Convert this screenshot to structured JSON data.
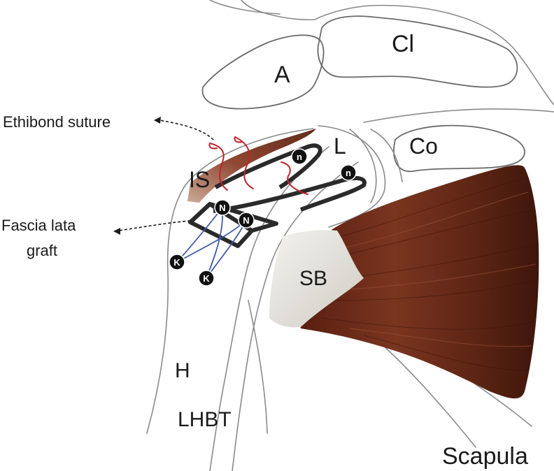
{
  "labels": {
    "cl": "Cl",
    "a": "A",
    "co": "Co",
    "l": "L",
    "is": "IS",
    "sb": "SB",
    "h": "H",
    "lhbt": "LHBT",
    "scapula": "Scapula"
  },
  "annotations": {
    "ethibond": "Ethibond suture",
    "fascia_line1": "Fascia lata",
    "fascia_line2": "graft"
  },
  "knots": {
    "n_small_1": "n",
    "n_small_2": "n",
    "n_big_1": "N",
    "n_big_2": "N",
    "k_1": "K",
    "k_2": "K"
  },
  "colors": {
    "suture": "#c0242b",
    "graft_lines": "#3f5aa6",
    "muscle": "#6b2a18",
    "tendon": "#e8e6e0"
  }
}
